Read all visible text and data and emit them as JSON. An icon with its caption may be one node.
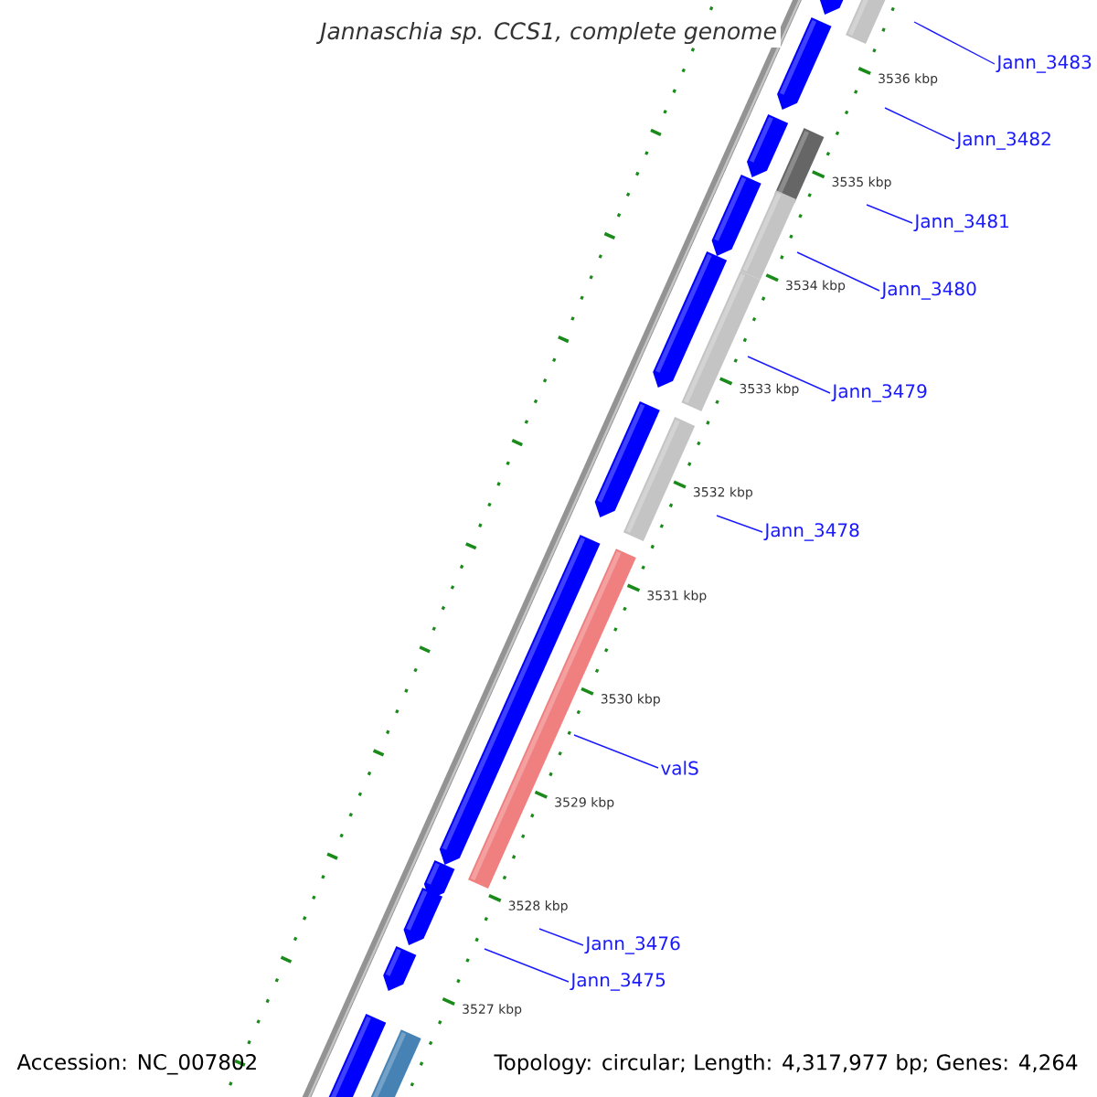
{
  "diagram": {
    "title": "Jannaschia sp. CCS1, complete genome",
    "nodes": [
      {
        "text": [
          "Jann_3483"
        ]
      },
      {
        "text": [
          "Jann_3482"
        ]
      },
      {
        "text": [
          "Jann_3481"
        ]
      },
      {
        "text": [
          "Jann_3480"
        ]
      },
      {
        "text": [
          "Jann_3479"
        ]
      },
      {
        "text": [
          "Jann_3478"
        ]
      },
      {
        "text": [
          "valS"
        ]
      },
      {
        "text": [
          "Jann_3476"
        ]
      },
      {
        "text": [
          "Jann_3475"
        ]
      }
    ],
    "edges": [
      {
        "from": 0,
        "to": null,
        "arrow": "none"
      },
      {
        "from": 1,
        "to": null,
        "arrow": "none"
      },
      {
        "from": 2,
        "to": null,
        "arrow": "none"
      },
      {
        "from": 3,
        "to": null,
        "arrow": "none"
      },
      {
        "from": 4,
        "to": null,
        "arrow": "none"
      },
      {
        "from": 5,
        "to": null,
        "arrow": "none"
      },
      {
        "from": 6,
        "to": null,
        "arrow": "none"
      },
      {
        "from": 7,
        "to": null,
        "arrow": "none"
      },
      {
        "from": 8,
        "to": null,
        "arrow": "none"
      }
    ],
    "labels": [
      "3536 kbp",
      "3535 kbp",
      "3534 kbp",
      "3533 kbp",
      "3532 kbp",
      "3531 kbp",
      "3530 kbp",
      "3529 kbp",
      "3528 kbp",
      "3527 kbp",
      "Accession: NC_007802",
      "Topology: circular; Length: 4,317,977 bp; Genes: 4,264"
    ]
  }
}
